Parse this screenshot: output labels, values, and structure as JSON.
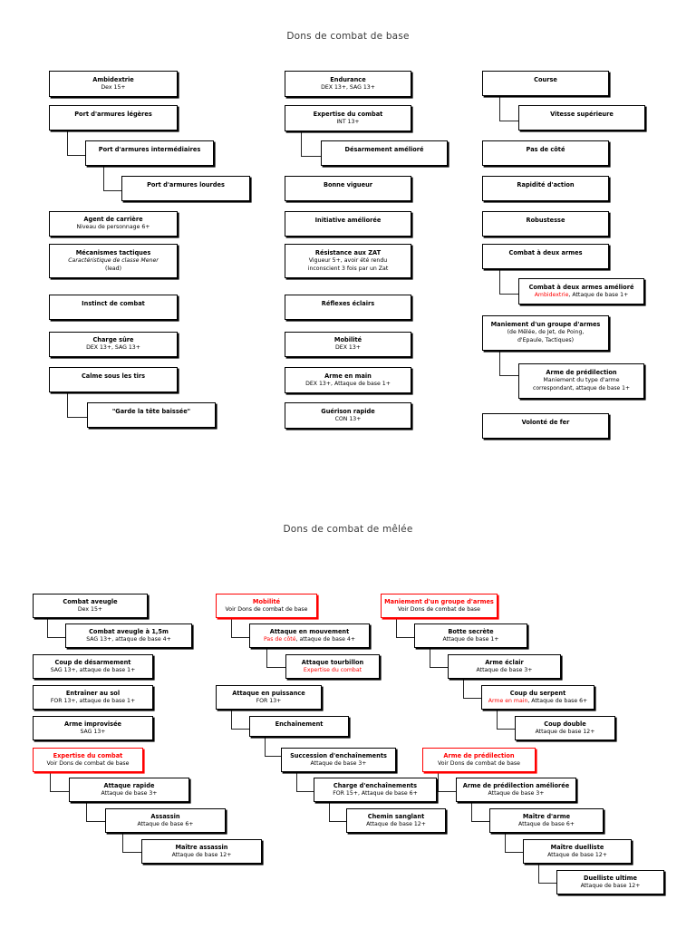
{
  "document": {
    "kind": "feat-tree-chart",
    "sections": [
      {
        "id": "base",
        "title": "Dons de combat de base",
        "columns": [
          {
            "id": "col1",
            "nodes": [
              {
                "name": "Ambidextrie",
                "req": "Dex 15+",
                "red": false
              },
              {
                "name": "Port d'armures légères",
                "req": "",
                "red": false
              },
              {
                "name": "Port d'armures intermédiaires",
                "req": "",
                "red": false
              },
              {
                "name": "Port d'armures lourdes",
                "req": "",
                "red": false
              },
              {
                "name": "Agent de carrière",
                "req": "Niveau de personnage 6+",
                "red": false
              },
              {
                "name": "Mécanismes tactiques",
                "req": "Caractéristique de classe Mener",
                "req2": "(lead)",
                "red": false
              },
              {
                "name": "Instinct de combat",
                "req": "",
                "red": false
              },
              {
                "name": "Charge sûre",
                "req": "DEX 13+, SAG 13+",
                "red": false
              },
              {
                "name": "Calme sous les tirs",
                "req": "",
                "red": false
              },
              {
                "name": "\"Garde la tête baissée\"",
                "req": "",
                "red": false
              }
            ]
          },
          {
            "id": "col2",
            "nodes": [
              {
                "name": "Endurance",
                "req": "DEX 13+, SAG 13+",
                "red": false
              },
              {
                "name": "Expertise du combat",
                "req": "INT 13+",
                "red": false
              },
              {
                "name": "Désarmement amélioré",
                "req": "",
                "red": false
              },
              {
                "name": "Bonne vigueur",
                "req": "",
                "red": false
              },
              {
                "name": "Initiative améliorée",
                "req": "",
                "red": false
              },
              {
                "name": "Résistance aux ZAT",
                "req": "Vigueur 5+, avoir été rendu",
                "req2": "inconscient 3 fois par un Zat",
                "red": false
              },
              {
                "name": "Réflexes éclairs",
                "req": "",
                "red": false
              },
              {
                "name": "Mobilité",
                "req": "DEX 13+",
                "red": false
              },
              {
                "name": "Arme en main",
                "req": "DEX 13+, Attaque de base 1+",
                "red": false
              },
              {
                "name": "Guérison rapide",
                "req": "CON 13+",
                "red": false
              }
            ]
          },
          {
            "id": "col3",
            "nodes": [
              {
                "name": "Course",
                "req": "",
                "red": false
              },
              {
                "name": "Vitesse supérieure",
                "req": "",
                "red": false
              },
              {
                "name": "Pas de côté",
                "req": "",
                "red": false
              },
              {
                "name": "Rapidité d'action",
                "req": "",
                "red": false
              },
              {
                "name": "Robustesse",
                "req": "",
                "red": false
              },
              {
                "name": "Combat à deux armes",
                "req": "",
                "red": false
              },
              {
                "name": "Combat à deux armes amélioré",
                "req_red": "Ambidextrie",
                "req": ", Attaque de base 1+",
                "red": false
              },
              {
                "name": "Maniement d'un groupe d'armes",
                "req": "(de Mêlée, de Jet, de Poing,",
                "req2": "d'Epaule, Tactiques)",
                "red": false
              },
              {
                "name": "Arme de prédilection",
                "req": "Maniement du type d'arme",
                "req2": "correspondant, attaque de base 1+",
                "red": false
              },
              {
                "name": "Volonté de fer",
                "req": "",
                "red": false
              }
            ]
          }
        ]
      },
      {
        "id": "melee",
        "title": "Dons de combat de mêlée",
        "columns": [
          {
            "id": "col1",
            "nodes": [
              {
                "name": "Combat aveugle",
                "req": "Dex 15+",
                "red": false
              },
              {
                "name": "Combat aveugle à 1,5m",
                "req": "SAG 13+, attaque de base 4+",
                "red": false
              },
              {
                "name": "Coup de désarmement",
                "req": "SAG 13+, attaque de base 1+",
                "red": false
              },
              {
                "name": "Entraîner au sol",
                "req": "FOR 13+, attaque de base 1+",
                "red": false
              },
              {
                "name": "Arme improvisée",
                "req": "SAG 13+",
                "red": false
              },
              {
                "name": "Expertise du combat",
                "req": "Voir Dons de combat de base",
                "red": true
              },
              {
                "name": "Attaque rapide",
                "req": "Attaque de base 3+",
                "red": false
              },
              {
                "name": "Assassin",
                "req": "Attaque de base 6+",
                "red": false
              },
              {
                "name": "Maître assassin",
                "req": "Attaque de base 12+",
                "red": false
              }
            ]
          },
          {
            "id": "col2",
            "nodes": [
              {
                "name": "Mobilité",
                "req": "Voir Dons de combat de base",
                "red": true
              },
              {
                "name": "Attaque en mouvement",
                "req_red": "Pas de côté",
                "req": ", attaque de base 4+",
                "red": false
              },
              {
                "name": "Attaque tourbillon",
                "req_red": "Expertise du combat",
                "req": "",
                "red": false
              },
              {
                "name": "Attaque en puissance",
                "req": "FOR 13+",
                "red": false
              },
              {
                "name": "Enchaînement",
                "req": "",
                "red": false
              },
              {
                "name": "Succession d'enchaînements",
                "req": "Attaque de base 3+",
                "red": false
              },
              {
                "name": "Charge d'enchaînements",
                "req": "FOR 15+, Attaque de base 6+",
                "red": false
              },
              {
                "name": "Chemin sanglant",
                "req": "Attaque de base 12+",
                "red": false
              }
            ]
          },
          {
            "id": "col3",
            "nodes": [
              {
                "name": "Maniement d'un groupe d'armes",
                "req": "Voir Dons de combat de base",
                "red": true
              },
              {
                "name": "Botte secrète",
                "req": "Attaque de base 1+",
                "red": false
              },
              {
                "name": "Arme éclair",
                "req": "Attaque de base 3+",
                "red": false
              },
              {
                "name": "Coup du serpent",
                "req_red": "Arme en main",
                "req": ", Attaque de base 6+",
                "red": false
              },
              {
                "name": "Coup double",
                "req": "Attaque de base 12+",
                "red": false
              },
              {
                "name": "Arme de prédilection",
                "req": "Voir Dons de combat de base",
                "red": true
              },
              {
                "name": "Arme de prédilection améliorée",
                "req": "Attaque de base 3+",
                "red": false
              },
              {
                "name": "Maître d'arme",
                "req": "Attaque de base 6+",
                "red": false
              },
              {
                "name": "Maître duelliste",
                "req": "Attaque de base 12+",
                "red": false
              },
              {
                "name": "Duelliste ultime",
                "req": "Attaque de base 12+",
                "red": false
              }
            ]
          }
        ]
      }
    ],
    "colors": {
      "ink": "#000000",
      "accent_red": "#ff0000",
      "title": "#3b3b3b",
      "paper": "#ffffff"
    }
  }
}
